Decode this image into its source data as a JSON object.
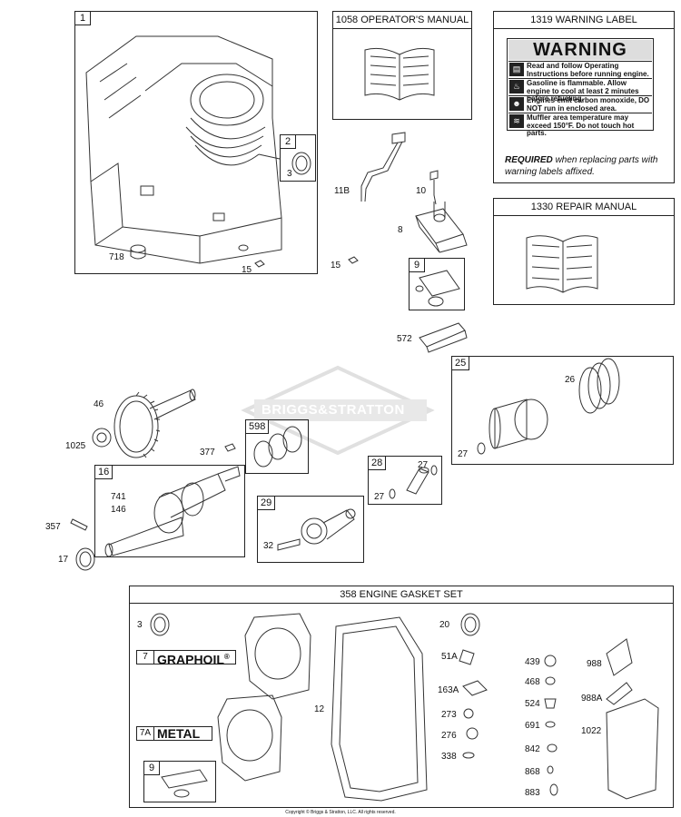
{
  "boxes": {
    "b1": {
      "num": "1"
    },
    "b2": {
      "num": "2"
    },
    "b9a": {
      "num": "9"
    },
    "b16": {
      "num": "16"
    },
    "b25": {
      "num": "25"
    },
    "b28": {
      "num": "28"
    },
    "b29": {
      "num": "29"
    },
    "b598": {
      "num": "598"
    },
    "b9b": {
      "num": "9"
    }
  },
  "manuals": {
    "operators": "1058 OPERATOR'S MANUAL",
    "warning_label": "1319 WARNING LABEL",
    "repair": "1330 REPAIR MANUAL"
  },
  "warning": {
    "heading": "WARNING",
    "rows": [
      {
        "icon": "book-icon",
        "text": "Read and follow Operating Instructions before running engine."
      },
      {
        "icon": "flame-icon",
        "text": "Gasoline is flammable. Allow engine to cool at least 2 minutes before refueling."
      },
      {
        "icon": "person-gas-icon",
        "text": "Engines emit carbon monoxide, DO NOT run in enclosed area."
      },
      {
        "icon": "hot-surface-icon",
        "text": "Muffler area temperature may exceed 150°F. Do not touch hot parts."
      }
    ],
    "required_bold": "REQUIRED",
    "required_rest": " when replacing parts with warning labels affixed."
  },
  "gasket_set": {
    "title": "358 ENGINE GASKET SET"
  },
  "badges": {
    "graphoil": {
      "num": "7",
      "word": "GRAPHOIL",
      "mark": "®"
    },
    "metal": {
      "num": "7A",
      "word": "METAL"
    }
  },
  "watermark": "BRIGGS&STRATTON",
  "labels": {
    "l718": "718",
    "l15a": "15",
    "l3a": "3",
    "l11B": "11B",
    "l10": "10",
    "l8": "8",
    "l15b": "15",
    "l572": "572",
    "l46": "46",
    "l1025": "1025",
    "l377": "377",
    "l741": "741",
    "l146": "146",
    "l357": "357",
    "l17": "17",
    "l32": "32",
    "l26": "26",
    "l27a": "27",
    "l27b": "27",
    "l27c": "27",
    "l3b": "3",
    "l12": "12",
    "l20": "20",
    "l51A": "51A",
    "l163A": "163A",
    "l273": "273",
    "l276": "276",
    "l338": "338",
    "l439": "439",
    "l468": "468",
    "l524": "524",
    "l691": "691",
    "l842": "842",
    "l868": "868",
    "l883": "883",
    "l988": "988",
    "l988A": "988A",
    "l1022": "1022"
  },
  "copyright": "Copyright © Briggs & Stratton, LLC. All rights reserved."
}
